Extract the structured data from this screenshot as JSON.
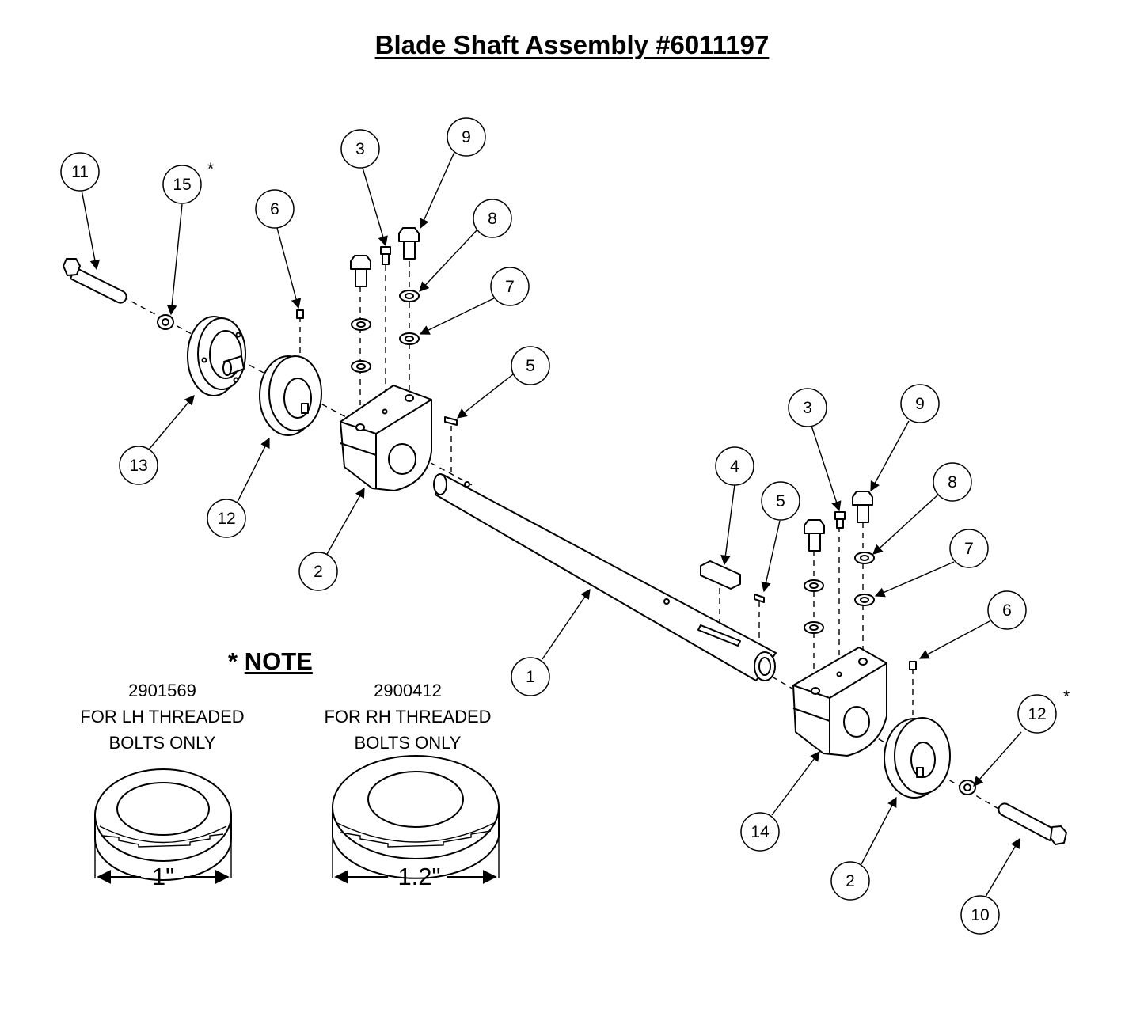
{
  "title": "Blade Shaft Assembly #6011197",
  "callouts": [
    "11",
    "15",
    "6",
    "3",
    "9",
    "8",
    "7",
    "5",
    "13",
    "12",
    "2",
    "1",
    "4",
    "5",
    "3",
    "9",
    "8",
    "7",
    "6",
    "14",
    "2",
    "12",
    "10"
  ],
  "asterisk": "*",
  "note": {
    "asterisk": "*",
    "heading": "NOTE",
    "washer_lh": {
      "part_number": "2901569",
      "line1": "FOR LH THREADED",
      "line2": "BOLTS ONLY",
      "dimension": "1\""
    },
    "washer_rh": {
      "part_number": "2900412",
      "line1": "FOR RH THREADED",
      "line2": "BOLTS ONLY",
      "dimension": "1.2\""
    }
  },
  "colors": {
    "line": "#000000",
    "background": "#ffffff"
  }
}
